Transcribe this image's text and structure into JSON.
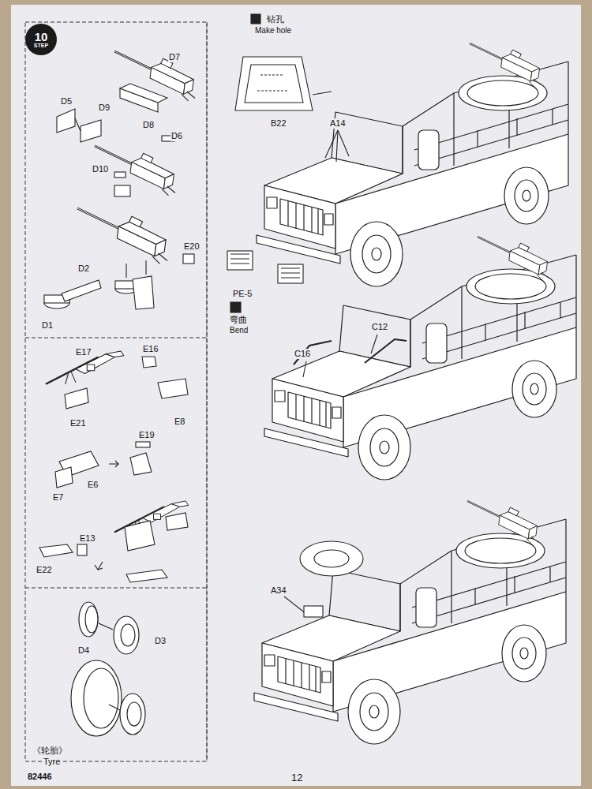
{
  "diagram": {
    "nodes": [
      {
        "text": [
          "10",
          "STEP"
        ]
      }
    ],
    "labels": [
      "钻孔",
      "Make hole",
      "D7",
      "D5",
      "D9",
      "D8",
      "D6",
      "D10",
      "E20",
      "D2",
      "D1",
      "B22",
      "A14",
      "PE-5",
      "弯曲",
      "Bend",
      "C16",
      "C12",
      "E17",
      "E16",
      "E21",
      "E8",
      "E19",
      "E6",
      "E7",
      "E13",
      "E22",
      "A34",
      "D4",
      "D3",
      "《轮胎》",
      "Tyre",
      "82446",
      "12"
    ]
  }
}
